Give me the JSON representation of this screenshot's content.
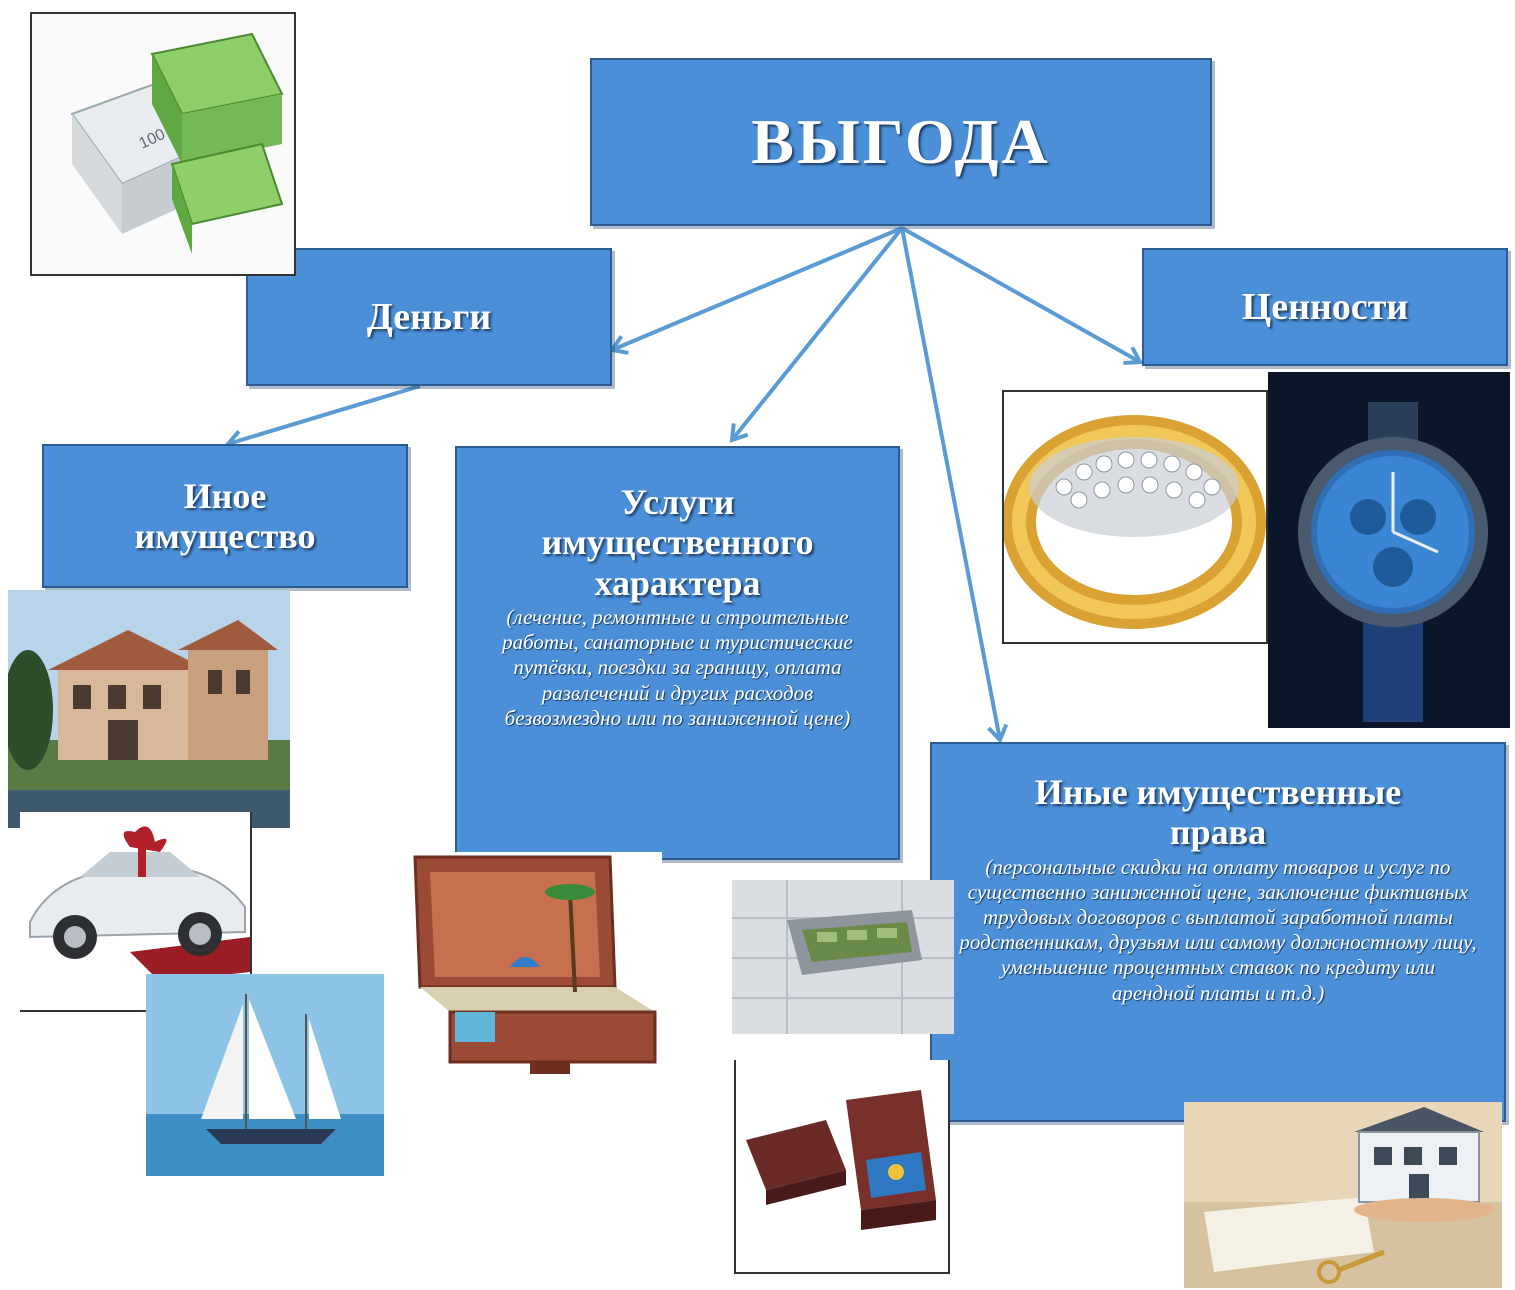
{
  "diagram": {
    "root": {
      "label": "ВЫГОДА"
    },
    "nodes": {
      "money": {
        "label": "Деньги"
      },
      "valuables": {
        "label": "Ценности"
      },
      "other_property": {
        "label_line1": "Иное",
        "label_line2": "имущество"
      },
      "services": {
        "label_line1": "Услуги",
        "label_line2": "имущественного",
        "label_line3": "характера",
        "description": "(лечение, ремонтные и строительные работы, санаторные и туристические путёвки, поездки за границу, оплата развлечений и других расходов безвозмездно или по заниженной цене)"
      },
      "other_rights": {
        "label_line1": "Иные имущественные",
        "label_line2": "права",
        "description": "(персональные скидки на оплату товаров и услуг по существенно заниженной цене, заключение фиктивных трудовых договоров с выплатой заработной платы родственникам, друзьям или самому должностному лицу, уменьшение процентных ставок по кредиту или арендной платы и т.д.)"
      }
    },
    "edges": [
      {
        "from": "ВЫГОДА",
        "to": "Деньги"
      },
      {
        "from": "ВЫГОДА",
        "to": "Ценности"
      },
      {
        "from": "ВЫГОДА",
        "to": "Услуги имущественного характера"
      },
      {
        "from": "ВЫГОДА",
        "to": "Иные имущественные права"
      },
      {
        "from": "Деньги",
        "to": "Иное имущество"
      }
    ],
    "colors": {
      "box_fill": "#4a8fd8",
      "box_border": "#2c5d92",
      "arrow": "#5b9bd5",
      "text": "#ffffff"
    },
    "illustrations": [
      "banknotes-icon",
      "ring-icon",
      "watch-icon",
      "house-icon",
      "car-icon",
      "yacht-icon",
      "suitcase-beach-icon",
      "safe-deposit-icon",
      "gift-box-card-icon",
      "house-model-keys-icon"
    ]
  }
}
